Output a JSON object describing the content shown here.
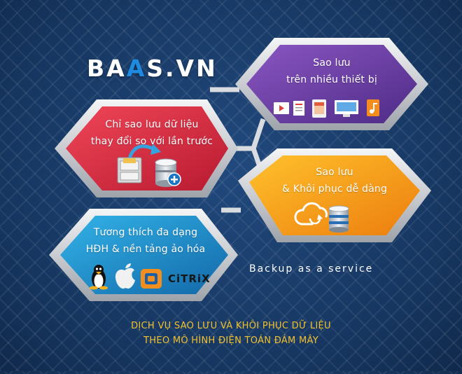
{
  "logo": {
    "part1": "BA",
    "accent": "A",
    "part2": "S.VN"
  },
  "panels": {
    "multi_device": {
      "line1": "Sao lưu",
      "line2": "trên nhiều thiết bị"
    },
    "incremental": {
      "line1": "Chỉ sao lưu dữ liệu",
      "line2": "thay đổi so với lần trước"
    },
    "restore": {
      "line1": "Sao lưu",
      "line2": "& Khôi phục dễ dàng"
    },
    "compat": {
      "line1": "Tương thích đa dạng",
      "line2": "HĐH & nền tảng ảo hóa"
    }
  },
  "brands": {
    "citrix": "CiTRiX"
  },
  "tagline": "Backup as a service",
  "footer": {
    "line1": "DỊCH VỤ SAO LƯU VÀ KHÔI PHỤC DỮ LIỆU",
    "line2": "THEO MÔ HÌNH ĐIỆN TOÁN ĐÁM MÂY"
  },
  "colors": {
    "background": "#173a66",
    "purple": "#6a3fa0",
    "red": "#d8283c",
    "orange": "#f29a16",
    "blue": "#1d93cf",
    "silver": "#d5d8dc",
    "footer_text": "#f2c12e"
  },
  "icons": {
    "devices": [
      "video-icon",
      "document-icon",
      "tablet-icon",
      "monitor-icon",
      "music-icon"
    ],
    "transfer": [
      "file-cabinet-icon",
      "curved-arrow-icon",
      "database-icon",
      "plus-icon"
    ],
    "restore": [
      "cloud-sync-icon",
      "database-icon"
    ],
    "platforms": [
      "linux-tux-icon",
      "apple-icon",
      "vmware-icon"
    ]
  }
}
